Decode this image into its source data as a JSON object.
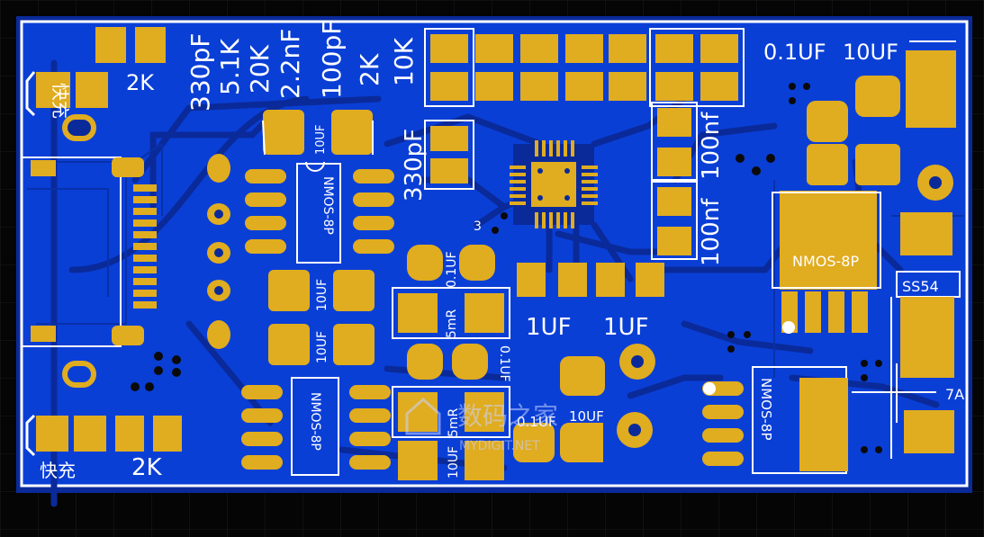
{
  "colors": {
    "background": "#050505",
    "grid": "#1c1c1c",
    "board": "#0a3fd6",
    "board_dark": "#0830a8",
    "trace": "#0a2a9a",
    "pad": "#e0ac20",
    "pad_dark": "#c8961a",
    "silk": "#ffffff",
    "outline": "#1f3fb0"
  },
  "labels": {
    "top_left_cn": "快充",
    "top_left_res": "2K",
    "col_330pf": "330pF",
    "col_5k1": "5.1K",
    "col_20k": "20K",
    "col_2n2": "2.2nF",
    "col_100pf": "100pF",
    "col_2k": "2K",
    "col_10k": "10K",
    "top_right_01uf": "0.1UF",
    "top_right_10uf": "10UF",
    "c_10uf_a": "10UF",
    "nmos_left_top": "NMOS-8P",
    "c_10uf_b": "10UF",
    "c_10uf_c": "10UF",
    "nmos_left_bot": "NMOS-8P",
    "c_330pf_mid": "330pF",
    "c_01uf_mid": "0.1UF",
    "pin3": "3",
    "r_5mr_a": "5mR",
    "c_01uf_b": "0.1UF",
    "r_5mr_b": "5mR",
    "c_10uf_d": "10UF",
    "c_100nf_a": "100nf",
    "c_100nf_b": "100nf",
    "c_1uf_a": "1UF",
    "c_1uf_b": "1UF",
    "c_01uf_c": "0.1UF",
    "c_10uf_e": "10UF",
    "nmos_right_top": "NMOS-8P",
    "nmos_right_bot": "NMOS-8P",
    "diode": "SS54",
    "current": "7A",
    "bottom_left_cn": "快充",
    "bottom_left_res": "2K",
    "watermark_cn": "数码之家",
    "watermark_url": "MYDIGIT.NET"
  }
}
